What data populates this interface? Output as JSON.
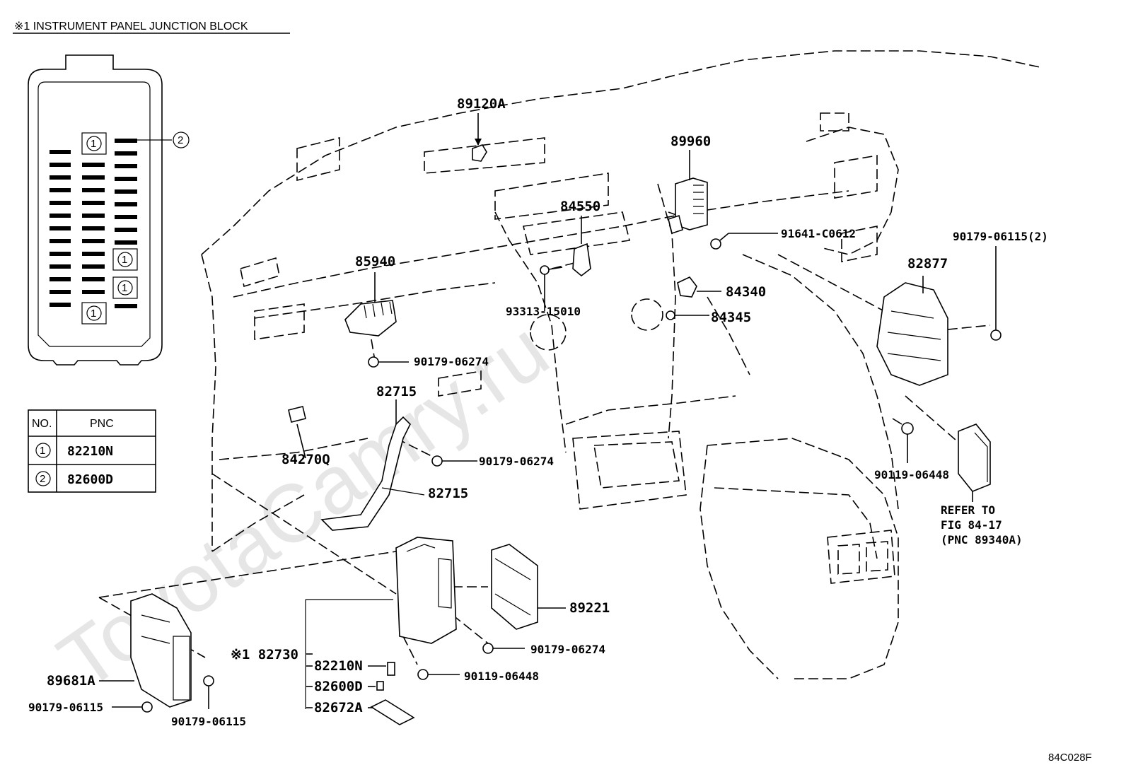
{
  "title": "※1 INSTRUMENT PANEL JUNCTION BLOCK",
  "watermark": "ToyotaCamry.ru",
  "diagram_code": "84C028F",
  "pnc_table": {
    "headers": [
      "NO.",
      "PNC"
    ],
    "rows": [
      {
        "no": "1",
        "pnc": "82210N"
      },
      {
        "no": "2",
        "pnc": "82600D"
      }
    ]
  },
  "block_callouts": {
    "one": "1",
    "two": "2"
  },
  "parts": {
    "p89120A": "89120A",
    "p89960": "89960",
    "p84550": "84550",
    "p85940": "85940",
    "p91641": "91641-C0612",
    "p90179_2": "90179-06115(2)",
    "p82877": "82877",
    "p84340": "84340",
    "p84345": "84345",
    "p93313": "93313-15010",
    "p90179_a": "90179-06274",
    "p82715_a": "82715",
    "p84270Q": "84270Q",
    "p90179_b": "90179-06274",
    "p82715_b": "82715",
    "p90119_a": "90119-06448",
    "refer_1": "REFER TO",
    "refer_2": "FIG 84-17",
    "refer_3": "(PNC 89340A)",
    "p89221": "89221",
    "p82730": "※1 82730",
    "p90179_c": "90179-06274",
    "p82210N": "82210N",
    "p90119_b": "90119-06448",
    "p82600D": "82600D",
    "p82672A": "82672A",
    "p89681A": "89681A",
    "p90179_d": "90179-06115",
    "p90179_e": "90179-06115"
  }
}
